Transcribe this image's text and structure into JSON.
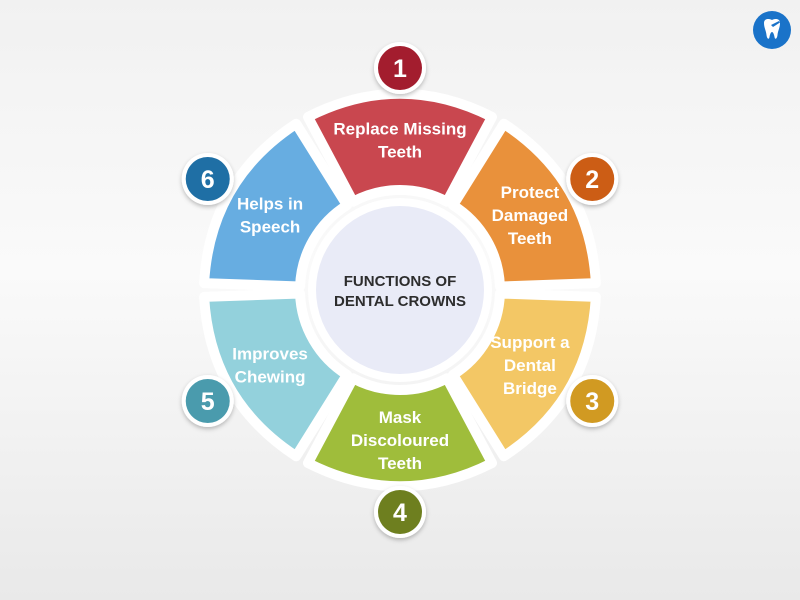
{
  "center": {
    "lines": [
      "FUNCTIONS OF",
      "DENTAL CROWNS"
    ]
  },
  "segments": [
    {
      "number": "1",
      "lines": [
        "Replace Missing",
        "Teeth"
      ],
      "color": "#c9474f",
      "badge_color": "#a31d2e",
      "angle": -90
    },
    {
      "number": "2",
      "lines": [
        "Protect",
        "Damaged",
        "Teeth"
      ],
      "color": "#e9913b",
      "badge_color": "#cc5d15",
      "angle": -30
    },
    {
      "number": "3",
      "lines": [
        "Support a",
        "Dental",
        "Bridge"
      ],
      "color": "#f3c765",
      "badge_color": "#d19a22",
      "angle": 30
    },
    {
      "number": "4",
      "lines": [
        "Mask",
        "Discoloured",
        "Teeth"
      ],
      "color": "#9fbd3b",
      "badge_color": "#6e7f1f",
      "angle": 90
    },
    {
      "number": "5",
      "lines": [
        "Improves",
        "Chewing"
      ],
      "color": "#93d1dc",
      "badge_color": "#4a9bad",
      "angle": 150
    },
    {
      "number": "6",
      "lines": [
        "Helps in",
        "Speech"
      ],
      "color": "#67ade1",
      "badge_color": "#1f6fa5",
      "angle": 210
    }
  ],
  "logo": {
    "icon": "tooth-plane-icon",
    "color": "#1a73c9"
  }
}
